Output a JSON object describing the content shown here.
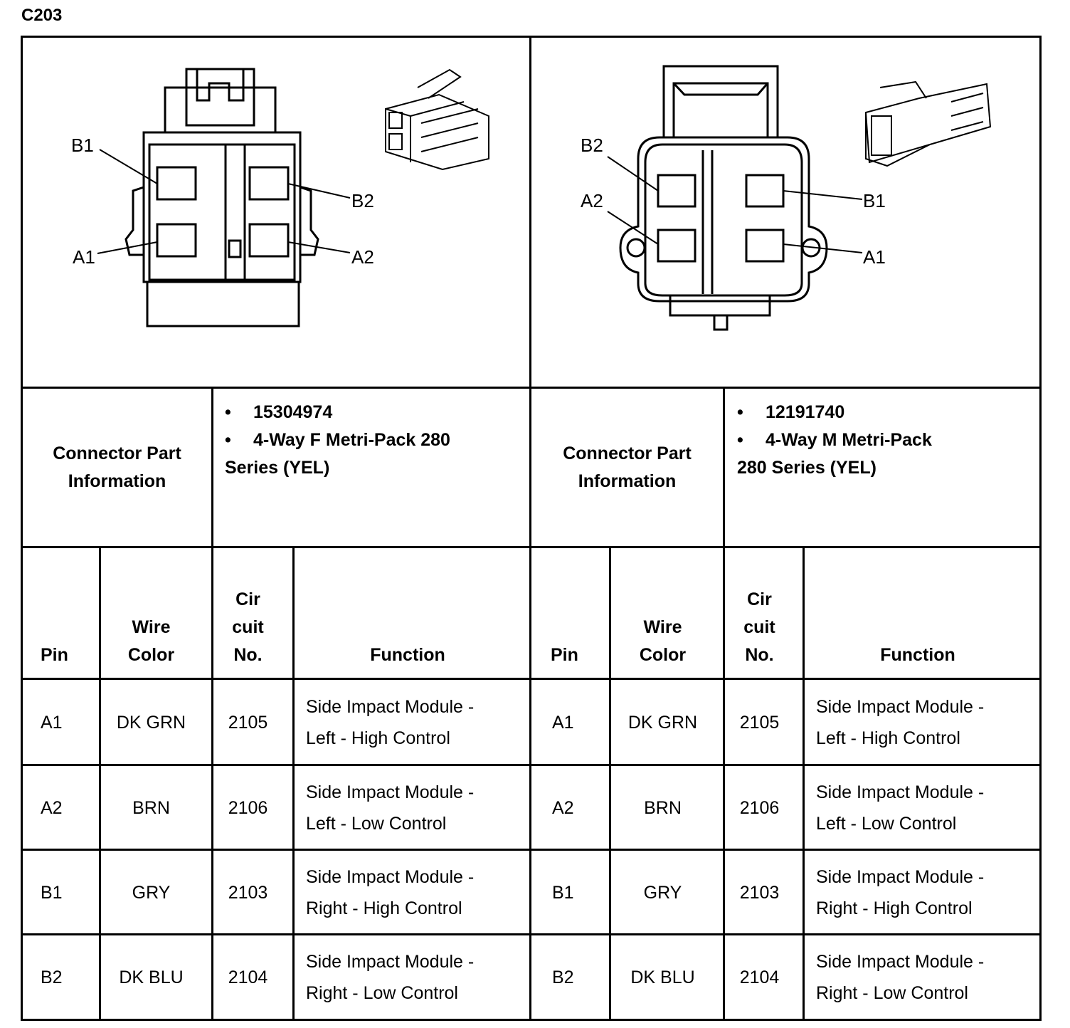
{
  "title": "C203",
  "connectors": [
    {
      "side": "left",
      "pin_labels": [
        "B1",
        "B2",
        "A1",
        "A2"
      ],
      "part_label": [
        "Connector Part",
        "Information"
      ],
      "part_info": {
        "bullet1": "15304974",
        "bullet2": "4-Way F Metri-Pack 280",
        "cont": "Series (YEL)"
      }
    },
    {
      "side": "right",
      "pin_labels": [
        "B2",
        "B1",
        "A2",
        "A1"
      ],
      "part_label": [
        "Connector Part",
        "Information"
      ],
      "part_info": {
        "bullet1": "12191740",
        "bullet2": "4-Way M Metri-Pack",
        "cont": "280 Series (YEL)"
      }
    }
  ],
  "bullet_glyph": "•",
  "table_headers": {
    "pin": "Pin",
    "wire_color": [
      "Wire",
      "Color"
    ],
    "circuit_no": [
      "Cir",
      "cuit",
      "No."
    ],
    "function": "Function"
  },
  "rows": [
    {
      "pin": "A1",
      "wire": "DK GRN",
      "circuit": "2105",
      "function": [
        "Side Impact Module -",
        "Left - High Control"
      ]
    },
    {
      "pin": "A2",
      "wire": "BRN",
      "circuit": "2106",
      "function": [
        "Side Impact Module -",
        "Left - Low Control"
      ]
    },
    {
      "pin": "B1",
      "wire": "GRY",
      "circuit": "2103",
      "function": [
        "Side Impact Module -",
        "Right - High Control"
      ]
    },
    {
      "pin": "B2",
      "wire": "DK BLU",
      "circuit": "2104",
      "function": [
        "Side Impact Module -",
        "Right - Low Control"
      ]
    }
  ]
}
